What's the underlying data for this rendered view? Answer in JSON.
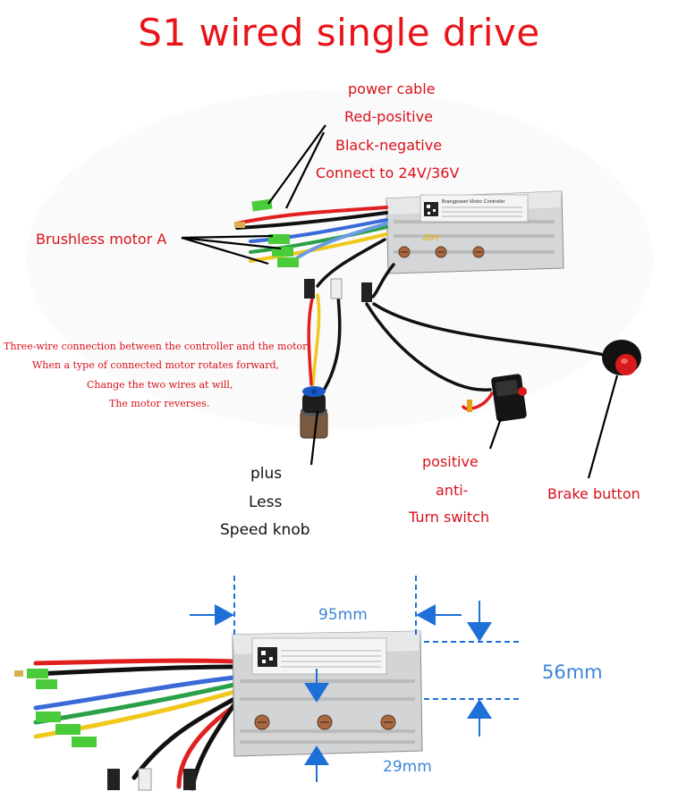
{
  "title": "S1 wired single drive",
  "power_labels": [
    "power cable",
    "Red-positive",
    "Black-negative",
    "Connect to 24V/36V"
  ],
  "motor_label": "Brushless motor A",
  "note_lines": [
    "Three-wire connection between the controller and the motor:",
    "When a type of connected motor rotates forward,",
    "Change the two wires at will,",
    "The motor reverses."
  ],
  "knob_labels": [
    "plus",
    "Less",
    "Speed knob"
  ],
  "switch_labels": [
    "positive",
    "anti-",
    "Turn switch"
  ],
  "brake_label": "Brake button",
  "controller_label": "Brangpower Motor Controller",
  "controller_brand": "JOY",
  "dimensions": {
    "width": "95mm",
    "height": "56mm",
    "depth": "29mm"
  },
  "colors": {
    "title": "#e8141a",
    "label_red": "#d8121a",
    "dimension_blue": "#3b86d8"
  }
}
